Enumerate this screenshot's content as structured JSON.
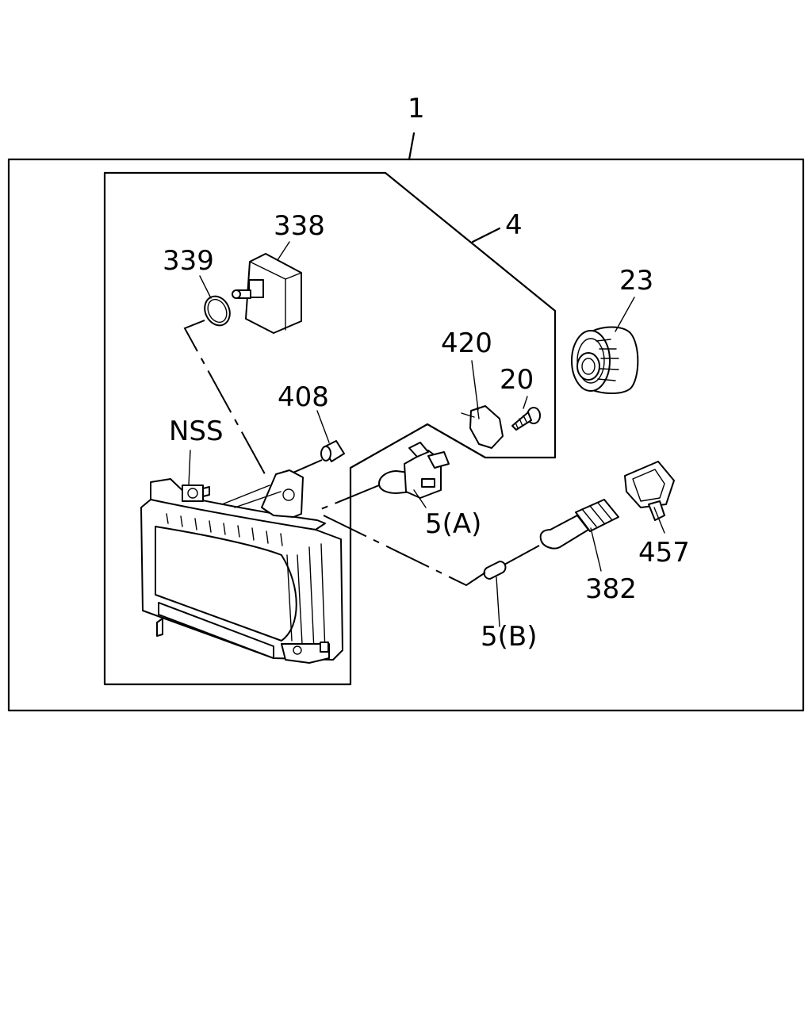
{
  "labels": {
    "assembly": "1",
    "housing": "4",
    "lamp_338": "338",
    "oring_339": "339",
    "cover_23": "23",
    "clip_420": "420",
    "screw_20": "20",
    "grommet_408": "408",
    "nss": "NSS",
    "bulb_5a": "5(A)",
    "bulb_5b": "5(B)",
    "socket_382": "382",
    "connector_457": "457"
  },
  "colors": {
    "line": "#000000",
    "background": "#ffffff"
  }
}
